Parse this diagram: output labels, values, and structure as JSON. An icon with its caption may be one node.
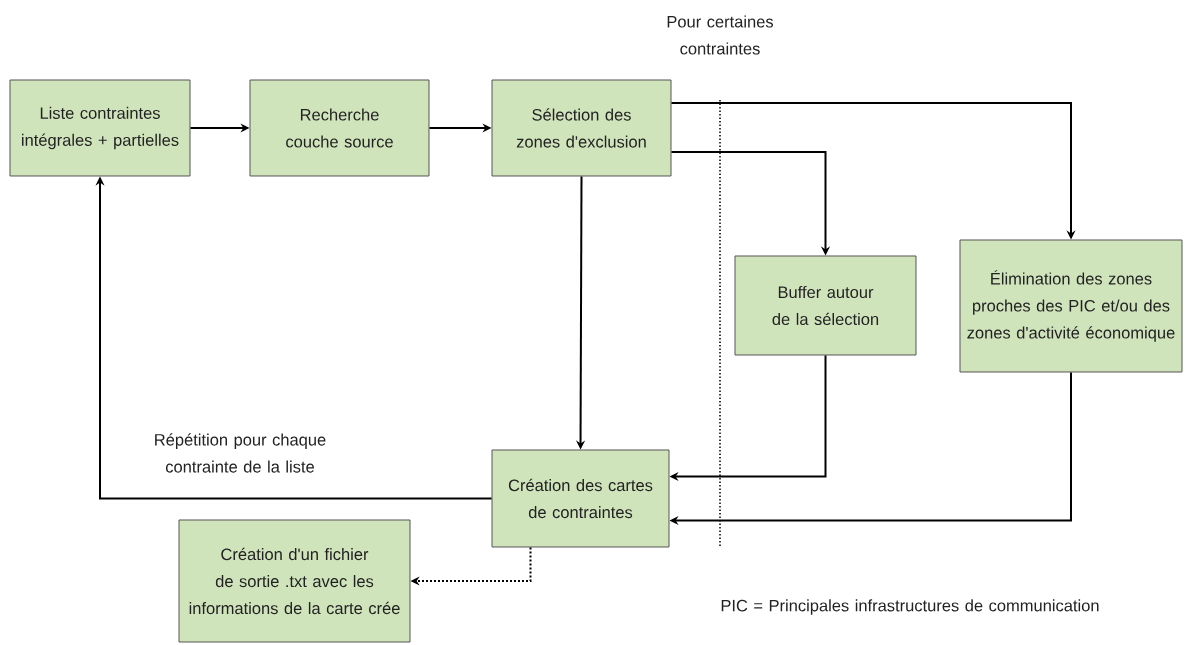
{
  "diagram": {
    "nodes": [
      {
        "text": [
          "Liste contraintes intégrales + partielles"
        ]
      },
      {
        "text": [
          "Recherche couche source"
        ]
      },
      {
        "text": [
          "Sélection des zones d'exclusion"
        ]
      },
      {
        "text": [
          "Buffer autour de la sélection"
        ]
      },
      {
        "text": [
          "Élimination des zones proches des PIC et/ou des zones d'activité économique"
        ]
      },
      {
        "text": [
          "Création des cartes de contraintes"
        ]
      },
      {
        "text": [
          "Création d'un fichier de sortie .txt avec les informations de la carte crée"
        ]
      }
    ],
    "edges": [
      {
        "from": 0,
        "to": 1,
        "arrow": "to"
      },
      {
        "from": 1,
        "to": 2,
        "arrow": "to"
      },
      {
        "from": 2,
        "to": 4,
        "arrow": "to"
      },
      {
        "from": 2,
        "to": 3,
        "arrow": "to"
      },
      {
        "from": 2,
        "to": 5,
        "arrow": "to"
      },
      {
        "from": 3,
        "to": 5,
        "arrow": "to"
      },
      {
        "from": 4,
        "to": 5,
        "arrow": "to"
      },
      {
        "from": 5,
        "to": 0,
        "arrow": "to",
        "label": "Répétition pour chaque contrainte de la liste"
      },
      {
        "from": 5,
        "to": 6,
        "arrow": "to",
        "style": "dashed"
      }
    ],
    "labels": [
      "Pour certaines contraintes",
      "PIC = Principales infrastructures de communication"
    ]
  }
}
